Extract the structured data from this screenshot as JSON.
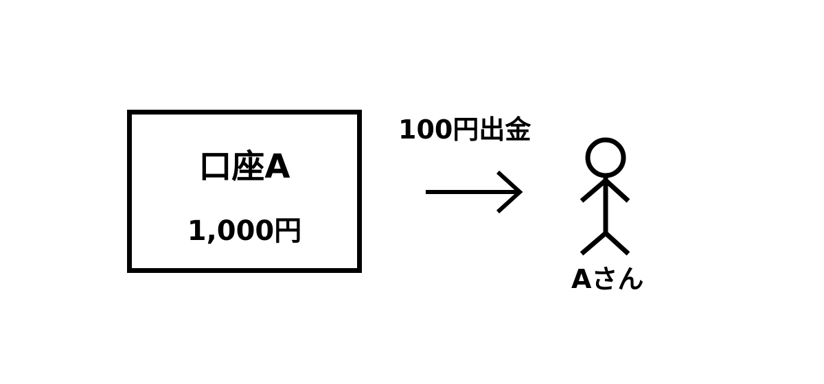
{
  "account": {
    "name": "口座A",
    "balance": "1,000円"
  },
  "transfer": {
    "label": "100円出金"
  },
  "person": {
    "label": "Aさん",
    "icon": "stick-figure-icon"
  },
  "arrow": {
    "icon": "right-arrow-icon"
  },
  "colors": {
    "stroke": "#000000",
    "background": "#ffffff"
  }
}
